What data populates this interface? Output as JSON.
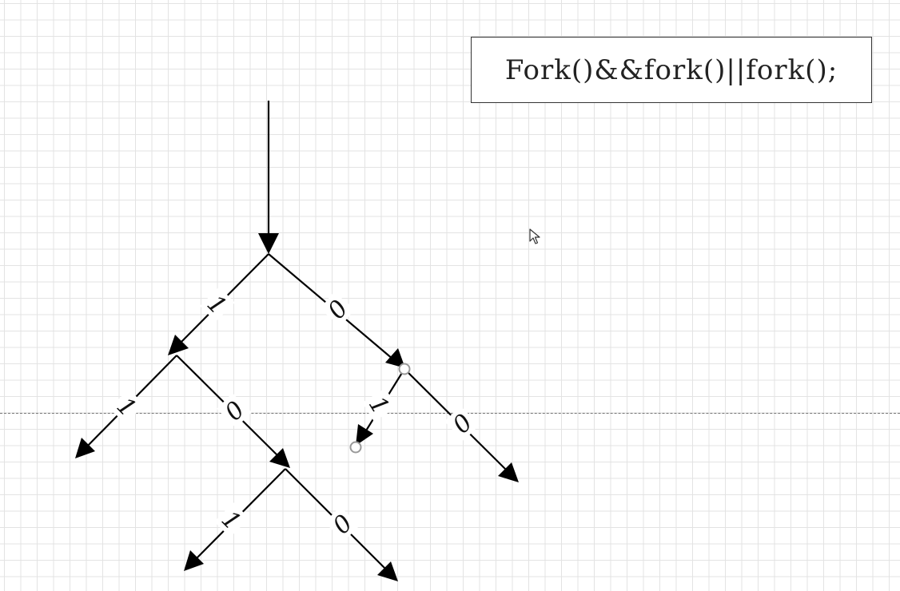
{
  "diagram": {
    "code_expression": "Fork()&&fork()||fork();",
    "branch_true_label": "1",
    "branch_false_label": "0",
    "edges": [
      {
        "id": "root-true",
        "label": "1"
      },
      {
        "id": "root-false",
        "label": "0"
      },
      {
        "id": "left-true",
        "label": "1"
      },
      {
        "id": "left-false",
        "label": "0"
      },
      {
        "id": "right-true",
        "label": "1"
      },
      {
        "id": "right-false",
        "label": "0"
      },
      {
        "id": "bottom-true",
        "label": "1"
      },
      {
        "id": "bottom-false",
        "label": "0"
      }
    ]
  },
  "colors": {
    "line": "#000000",
    "grid": "#e3e3e3",
    "handle": "#999999"
  },
  "icons": [
    "mouse-pointer-icon"
  ]
}
